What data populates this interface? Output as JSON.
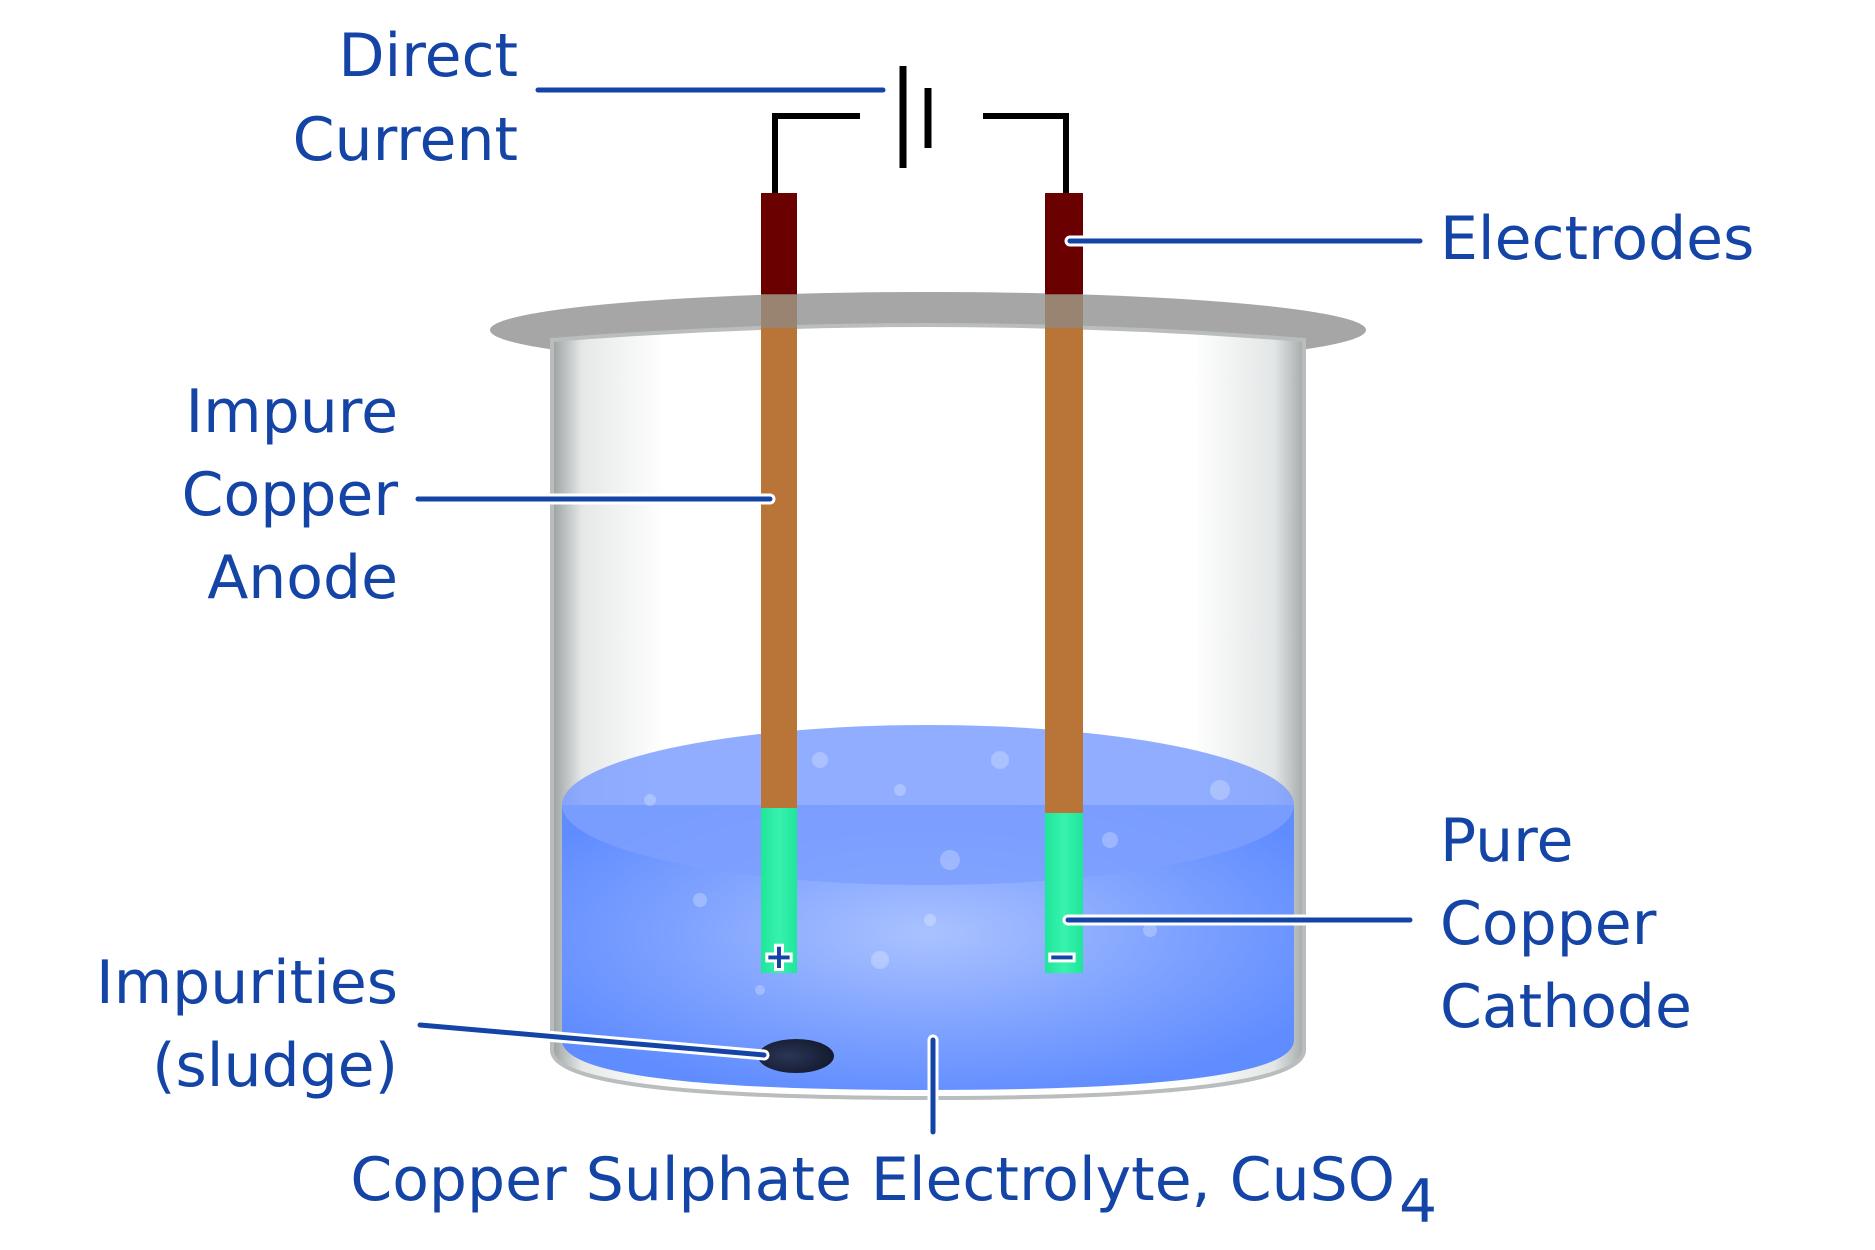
{
  "title": "Electrolytic refining of copper",
  "labels": {
    "direct_current": [
      "Direct",
      "Current"
    ],
    "electrodes": "Electrodes",
    "anode": [
      "Impure",
      "Copper",
      "Anode"
    ],
    "cathode": [
      "Pure",
      "Copper",
      "Cathode"
    ],
    "impurities": [
      "Impurities",
      "(sludge)"
    ],
    "electrolyte": "Copper Sulphate Electrolyte, CuSO",
    "electrolyte_subscript": "4"
  },
  "terminals": {
    "anode_sign": "+",
    "cathode_sign": "−"
  },
  "colors": {
    "label": "#1444a6",
    "wire": "#000000",
    "electrode_cap": "#6b0000",
    "copper": "#b97537",
    "deposit": "#22e89e",
    "electrolyte": "#6a93ff",
    "beaker_rim": "#a6a6a6",
    "sludge": "#1c2540"
  }
}
